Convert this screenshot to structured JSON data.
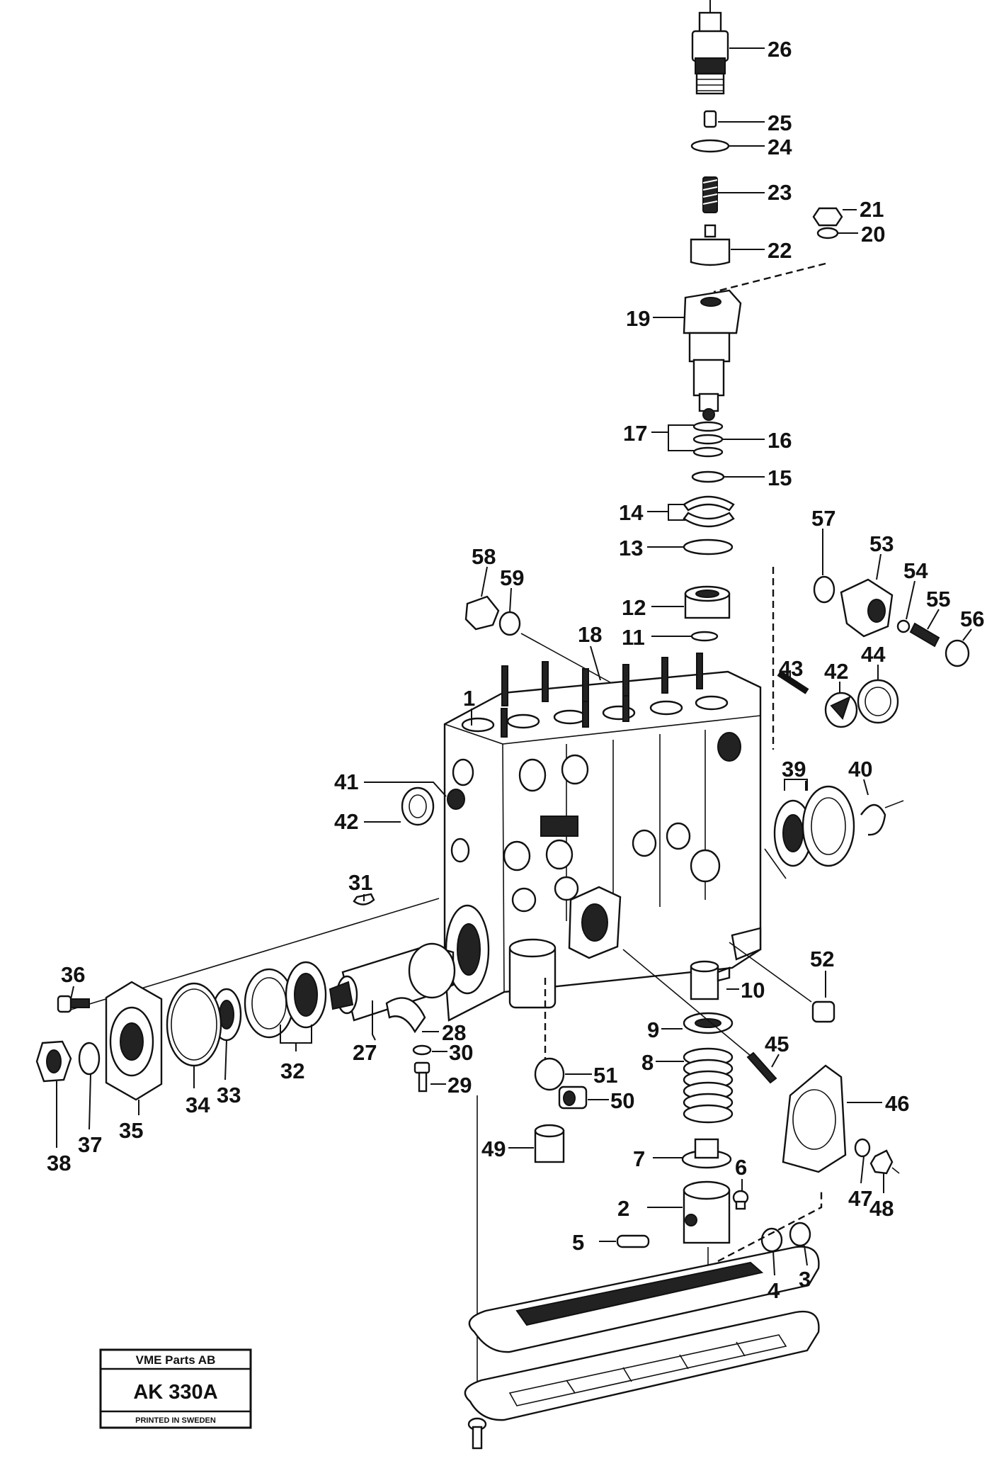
{
  "title_block": {
    "company": "VME Parts AB",
    "code": "AK 330A",
    "footer": "PRINTED IN SWEDEN"
  },
  "callouts": [
    {
      "id": "26",
      "label": "26"
    },
    {
      "id": "25",
      "label": "25"
    },
    {
      "id": "24",
      "label": "24"
    },
    {
      "id": "23",
      "label": "23"
    },
    {
      "id": "21",
      "label": "21"
    },
    {
      "id": "20",
      "label": "20"
    },
    {
      "id": "22",
      "label": "22"
    },
    {
      "id": "19",
      "label": "19"
    },
    {
      "id": "17",
      "label": "17"
    },
    {
      "id": "16",
      "label": "16"
    },
    {
      "id": "15",
      "label": "15"
    },
    {
      "id": "14",
      "label": "14"
    },
    {
      "id": "13",
      "label": "13"
    },
    {
      "id": "57",
      "label": "57"
    },
    {
      "id": "53",
      "label": "53"
    },
    {
      "id": "58",
      "label": "58"
    },
    {
      "id": "59",
      "label": "59"
    },
    {
      "id": "54",
      "label": "54"
    },
    {
      "id": "55",
      "label": "55"
    },
    {
      "id": "56",
      "label": "56"
    },
    {
      "id": "12",
      "label": "12"
    },
    {
      "id": "18",
      "label": "18"
    },
    {
      "id": "11",
      "label": "11"
    },
    {
      "id": "43",
      "label": "43"
    },
    {
      "id": "42a",
      "label": "42"
    },
    {
      "id": "44",
      "label": "44"
    },
    {
      "id": "1",
      "label": "1"
    },
    {
      "id": "41",
      "label": "41"
    },
    {
      "id": "39",
      "label": "39"
    },
    {
      "id": "40",
      "label": "40"
    },
    {
      "id": "42b",
      "label": "42"
    },
    {
      "id": "31",
      "label": "31"
    },
    {
      "id": "52",
      "label": "52"
    },
    {
      "id": "36",
      "label": "36"
    },
    {
      "id": "10",
      "label": "10"
    },
    {
      "id": "9",
      "label": "9"
    },
    {
      "id": "28",
      "label": "28"
    },
    {
      "id": "45",
      "label": "45"
    },
    {
      "id": "8",
      "label": "8"
    },
    {
      "id": "30",
      "label": "30"
    },
    {
      "id": "27",
      "label": "27"
    },
    {
      "id": "32",
      "label": "32"
    },
    {
      "id": "51",
      "label": "51"
    },
    {
      "id": "46",
      "label": "46"
    },
    {
      "id": "29",
      "label": "29"
    },
    {
      "id": "50",
      "label": "50"
    },
    {
      "id": "34",
      "label": "34"
    },
    {
      "id": "33",
      "label": "33"
    },
    {
      "id": "35",
      "label": "35"
    },
    {
      "id": "37",
      "label": "37"
    },
    {
      "id": "38",
      "label": "38"
    },
    {
      "id": "49",
      "label": "49"
    },
    {
      "id": "7",
      "label": "7"
    },
    {
      "id": "6",
      "label": "6"
    },
    {
      "id": "47",
      "label": "47"
    },
    {
      "id": "2",
      "label": "2"
    },
    {
      "id": "48",
      "label": "48"
    },
    {
      "id": "5",
      "label": "5"
    },
    {
      "id": "3",
      "label": "3"
    },
    {
      "id": "4",
      "label": "4"
    }
  ]
}
